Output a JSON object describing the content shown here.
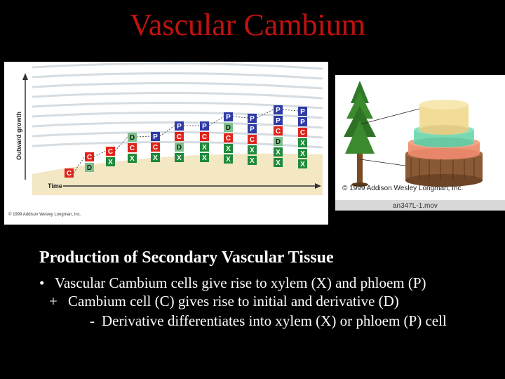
{
  "slide": {
    "title": "Vascular Cambium"
  },
  "figure_left": {
    "y_axis_label": "Outward growth",
    "x_axis_label": "Time",
    "copyright": "© 1999 Addison Wesley Longman, Inc.",
    "columns": [
      [
        "C"
      ],
      [
        "C",
        "D"
      ],
      [
        "C",
        "X"
      ],
      [
        "D",
        "C",
        "X"
      ],
      [
        "P",
        "C",
        "X"
      ],
      [
        "P",
        "C",
        "D",
        "X"
      ],
      [
        "P",
        "C",
        "X",
        "X"
      ],
      [
        "P",
        "D",
        "C",
        "X",
        "X"
      ],
      [
        "P",
        "P",
        "C",
        "X",
        "X"
      ],
      [
        "P",
        "P",
        "C",
        "D",
        "X",
        "X"
      ],
      [
        "P",
        "P",
        "C",
        "X",
        "X",
        "X"
      ]
    ],
    "colors": {
      "C": "#e0241c",
      "P": "#2f3aa6",
      "X": "#1f8a3a",
      "D": "#7cc08a"
    }
  },
  "figure_right": {
    "copyright": "© 1999 Addison Wesley Longman, Inc.",
    "caption": "an347L-1.mov"
  },
  "text": {
    "heading": "Production of Secondary Vascular Tissue",
    "bullet1_marker": "•",
    "bullet1": "Vascular Cambium cells give rise to xylem (X) and phloem (P)",
    "bullet2_marker": "+",
    "bullet2": "Cambium cell (C) gives rise to initial and derivative (D)",
    "bullet3_marker": "-",
    "bullet3": "Derivative differentiates into xylem (X) or phloem (P) cell"
  }
}
